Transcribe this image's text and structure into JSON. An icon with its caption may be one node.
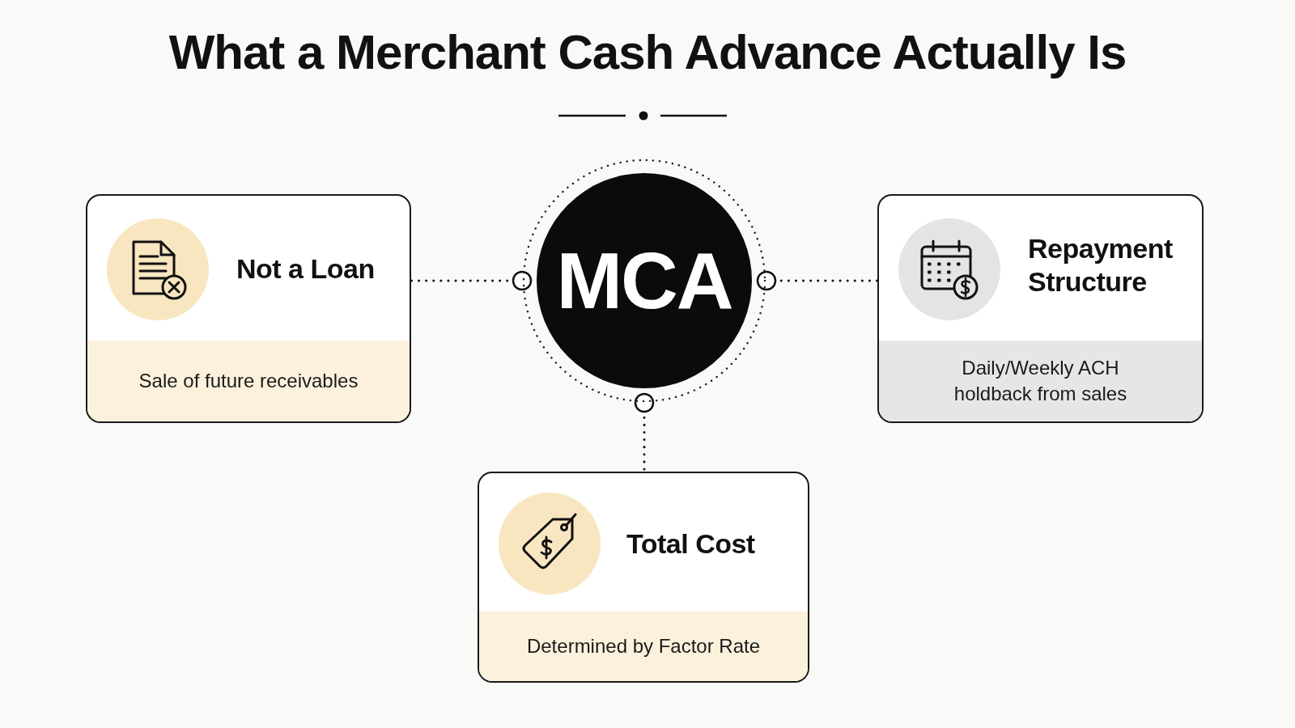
{
  "diagram": {
    "title": "What a Merchant Cash Advance Actually Is",
    "nodes": [
      {
        "text": [
          "MCA"
        ]
      },
      {
        "text": [
          "Not a Loan",
          "Sale of future receivables"
        ]
      },
      {
        "text": [
          "Repayment Structure",
          "Daily/Weekly ACH holdback from sales"
        ]
      },
      {
        "text": [
          "Total Cost",
          "Determined by Factor Rate"
        ]
      }
    ],
    "edges": [
      {
        "from": 0,
        "to": 1,
        "arrow": "other",
        "style": "dashed"
      },
      {
        "from": 0,
        "to": 2,
        "arrow": "other",
        "style": "dashed"
      },
      {
        "from": 0,
        "to": 3,
        "arrow": "other",
        "style": "dashed"
      }
    ]
  }
}
